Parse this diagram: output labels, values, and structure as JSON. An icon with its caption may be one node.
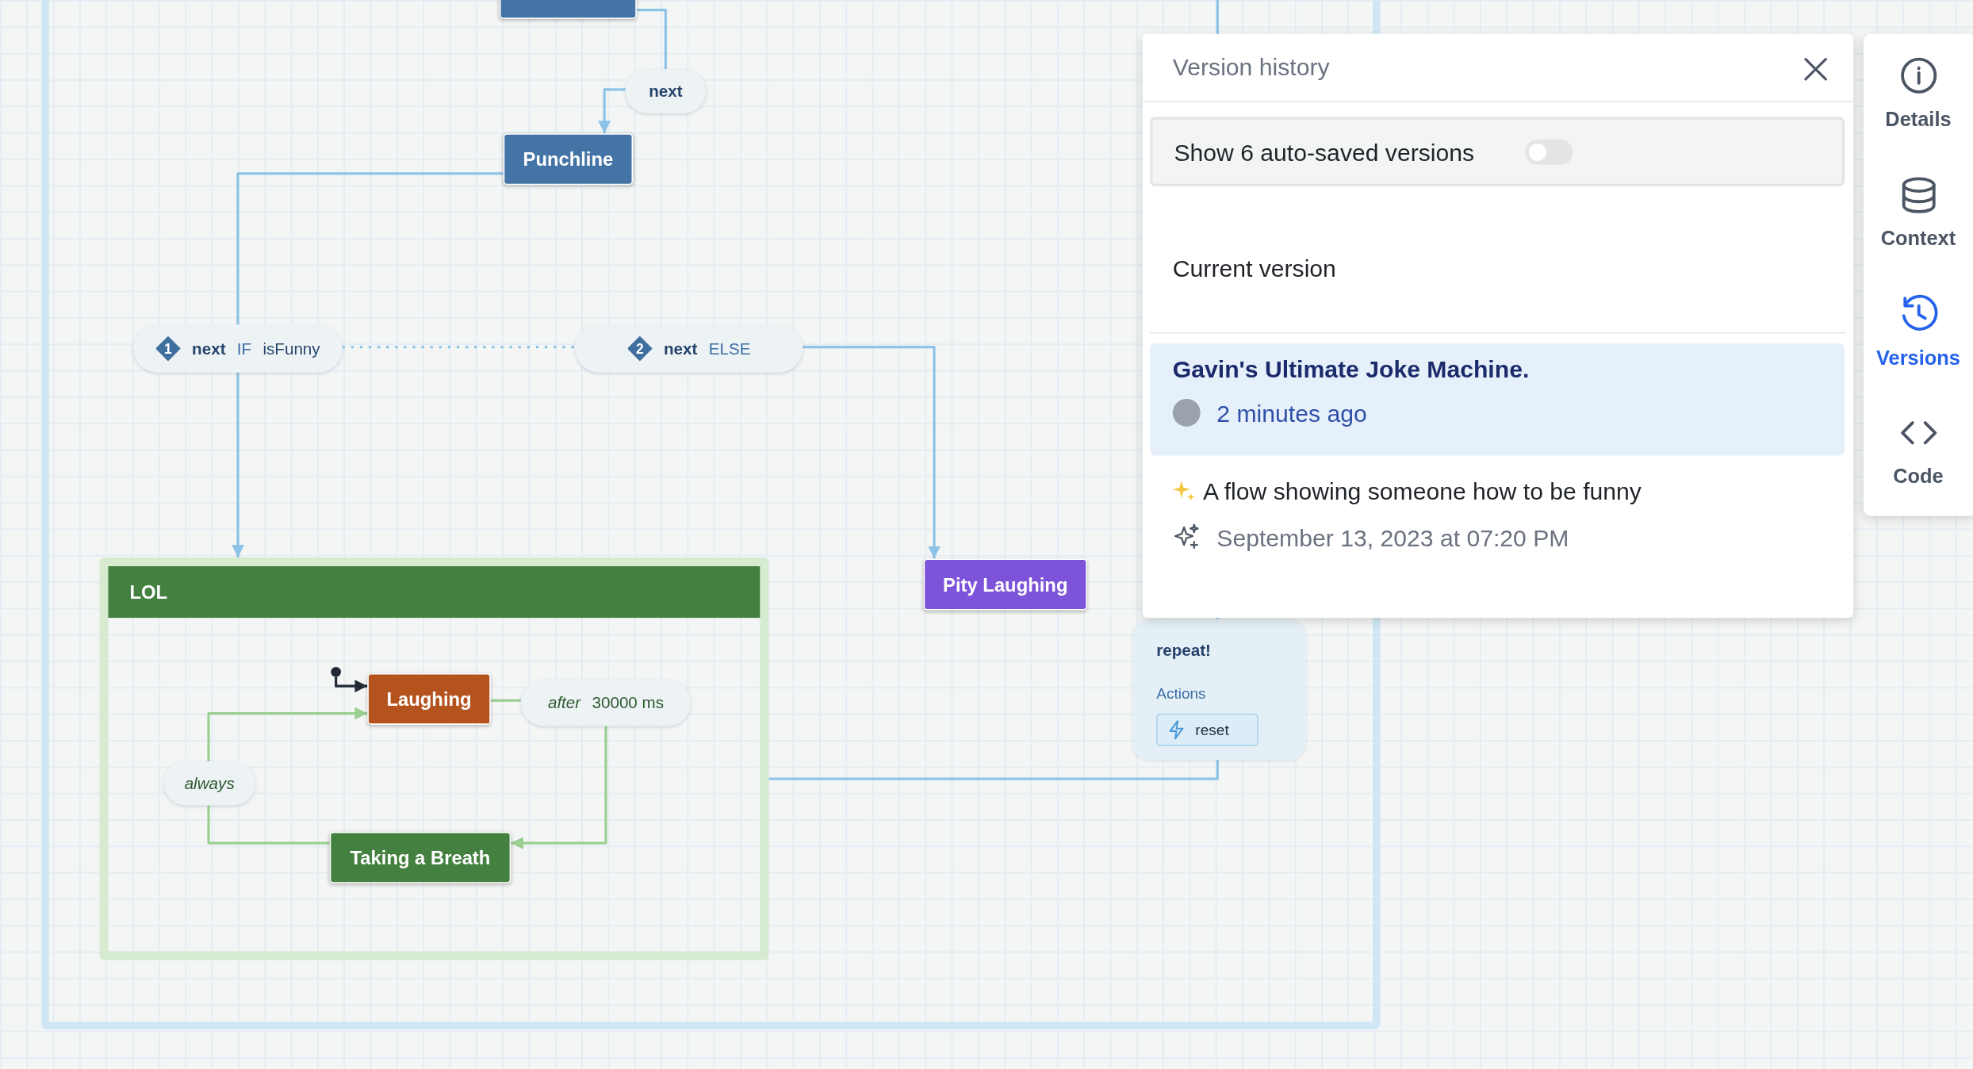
{
  "diagram": {
    "nodes": [
      {
        "text": [],
        "shape": "box"
      },
      {
        "text": [],
        "shape": "box",
        "in": 0
      },
      {
        "text": [
          "next"
        ],
        "in": 0
      },
      {
        "text": [
          "Punchline"
        ],
        "in": 0
      },
      {
        "text": [
          "1",
          "next",
          "IF",
          "isFunny"
        ],
        "in": 0
      },
      {
        "text": [
          "2",
          "next",
          "ELSE"
        ],
        "in": 0
      },
      {
        "text": [
          "LOL"
        ],
        "in": 0
      },
      {
        "text": [],
        "shape": "circle",
        "in": 6
      },
      {
        "text": [
          "Laughing"
        ],
        "in": 6
      },
      {
        "text": [
          "after",
          "30000 ms"
        ],
        "in": 6
      },
      {
        "text": [
          "always"
        ],
        "in": 6
      },
      {
        "text": [
          "Taking a Breath"
        ],
        "in": 6
      },
      {
        "text": [
          "Pity Laughing"
        ],
        "in": 0
      },
      {
        "text": [
          "repeat!",
          "Actions"
        ],
        "in": 0
      },
      {
        "text": [
          "reset"
        ],
        "in": 13
      }
    ],
    "edges": [
      {
        "from": 1,
        "to": 2,
        "arrow": "none"
      },
      {
        "from": 2,
        "to": 3,
        "arrow": "to"
      },
      {
        "from": 3,
        "to": 4,
        "arrow": "none"
      },
      {
        "from": 4,
        "to": 6,
        "arrow": "to"
      },
      {
        "from": 4,
        "to": 5,
        "arrow": "none",
        "style": "dashed"
      },
      {
        "from": 5,
        "to": 12,
        "arrow": "to"
      },
      {
        "from": 7,
        "to": 8,
        "arrow": "to",
        "color": "#222a35"
      },
      {
        "from": 8,
        "to": 9,
        "arrow": "none",
        "color": "#9bcf92"
      },
      {
        "from": 9,
        "to": 11,
        "arrow": "to",
        "color": "#9bcf92"
      },
      {
        "from": 11,
        "to": 10,
        "arrow": "none",
        "color": "#9bcf92"
      },
      {
        "from": 10,
        "to": 8,
        "arrow": "to",
        "color": "#9bcf92"
      },
      {
        "from": 6,
        "to": 13,
        "arrow": "none"
      },
      {
        "from": 13,
        "to": null,
        "arrow": "none"
      }
    ],
    "labels": [
      "Version history",
      "Show 6 auto-saved versions",
      "Current version",
      "Gavin's Ultimate Joke Machine.",
      "2 minutes ago",
      "A flow showing someone how to be funny",
      "September 13, 2023 at 07:20 PM",
      "Details",
      "Context",
      "Versions",
      "Code"
    ]
  }
}
